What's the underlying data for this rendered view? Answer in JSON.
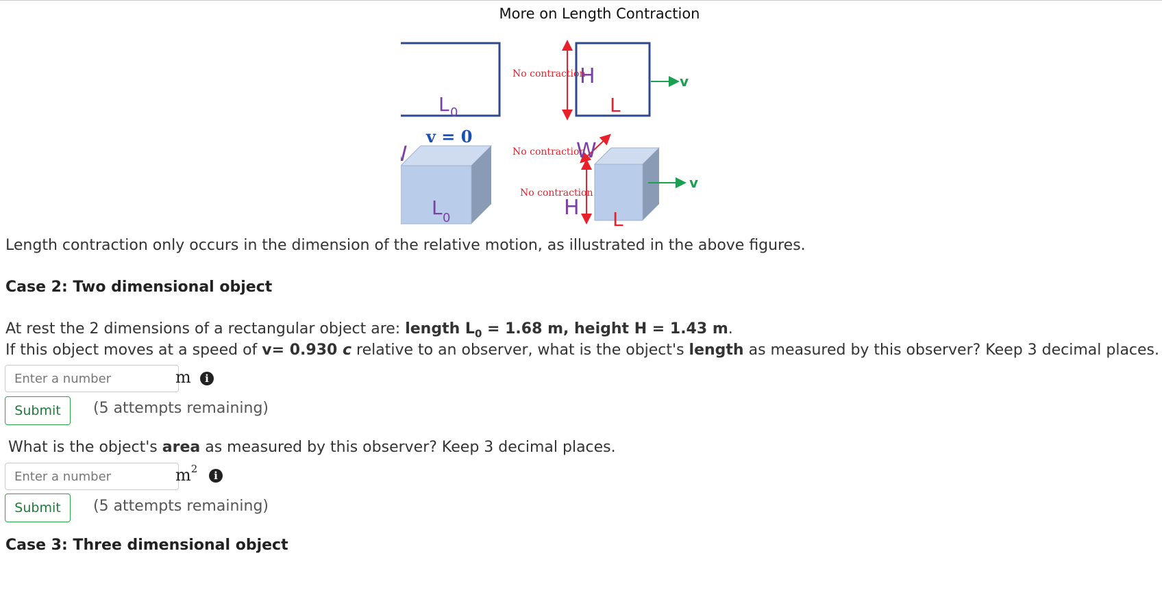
{
  "page_title": "More on Length Contraction",
  "figure": {
    "label_H": "H",
    "label_L0": "L",
    "label_L0_sub": "0",
    "label_L": "L",
    "label_W": "W",
    "label_v": "v",
    "v_zero": "v = 0",
    "no_contraction": "No contraction",
    "colors": {
      "box_border": "#2e4a8f",
      "purple": "#7b3fa6",
      "red": "#e8202a",
      "green": "#1aa050",
      "blue_text": "#1d4fb0",
      "cube_front": "#b9cdea",
      "cube_top": "#cfdcf0",
      "cube_side": "#8a9bb5"
    }
  },
  "intro_text": "Length contraction only occurs in the dimension of the relative motion, as illustrated in the above figures.",
  "case2": {
    "heading": "Case 2: Two dimensional object",
    "line1_pre": "At rest the 2 dimensions of a rectangular object are: ",
    "line1_bold_a": "length L",
    "line1_sub": "0",
    "line1_bold_b": " = 1.68 m, height H = 1.43 m",
    "line1_end": ".",
    "line2_pre": "If this object moves at a speed of  ",
    "line2_bold": "v= 0.930 ",
    "line2_c": "c",
    "line2_mid": " relative to an observer, what is the object's ",
    "line2_bold2": "length",
    "line2_post": " as measured by this observer? Keep 3 decimal places.",
    "q1": {
      "placeholder": "Enter a number",
      "unit": "m",
      "info": "i",
      "submit": "Submit",
      "attempts": "(5 attempts remaining)"
    },
    "q2_pre": "What is the object's ",
    "q2_bold": "area",
    "q2_post": " as measured by this observer? Keep 3 decimal places.",
    "q2": {
      "placeholder": "Enter a number",
      "unit": "m",
      "unit_sup": "2",
      "info": "i",
      "submit": "Submit",
      "attempts": "(5 attempts remaining)"
    }
  },
  "case3": {
    "heading": "Case 3: Three dimensional object"
  }
}
